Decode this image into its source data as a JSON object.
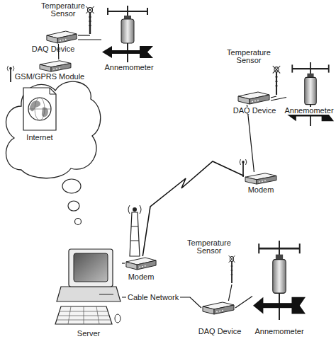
{
  "diagram": {
    "nodes": [
      {
        "text": [
          "Temperature Sensor"
        ]
      },
      {
        "text": [
          "DAQ Device"
        ]
      },
      {
        "text": [
          "Annemometer"
        ]
      },
      {
        "text": [
          "GSM/GPRS Module"
        ]
      },
      {
        "text": [
          "Internet"
        ]
      },
      {
        "text": [
          "Temperature Sensor"
        ]
      },
      {
        "text": [
          "DAQ Device"
        ]
      },
      {
        "text": [
          "Annemometer"
        ]
      },
      {
        "text": [
          "Modem"
        ]
      },
      {
        "text": [
          "Modem"
        ]
      },
      {
        "text": [
          "Server"
        ]
      },
      {
        "text": [
          "Temperature Sensor"
        ]
      },
      {
        "text": [
          "DAQ Device"
        ]
      },
      {
        "text": [
          "Annemometer"
        ]
      }
    ],
    "edges": [
      {
        "from": 0,
        "to": 1,
        "arrow": "none"
      },
      {
        "from": 1,
        "to": 2,
        "arrow": "none"
      },
      {
        "from": 1,
        "to": 3,
        "arrow": "none"
      },
      {
        "from": 5,
        "to": 6,
        "arrow": "none"
      },
      {
        "from": 6,
        "to": 7,
        "arrow": "none"
      },
      {
        "from": 6,
        "to": 8,
        "arrow": "none"
      },
      {
        "from": 8,
        "to": 9,
        "arrow": "none"
      },
      {
        "from": 9,
        "to": 10,
        "arrow": "none"
      },
      {
        "from": 10,
        "to": 12,
        "label": "Cable Network",
        "arrow": "none"
      },
      {
        "from": 11,
        "to": 12,
        "arrow": "none"
      },
      {
        "from": 12,
        "to": 13,
        "arrow": "none"
      }
    ]
  }
}
